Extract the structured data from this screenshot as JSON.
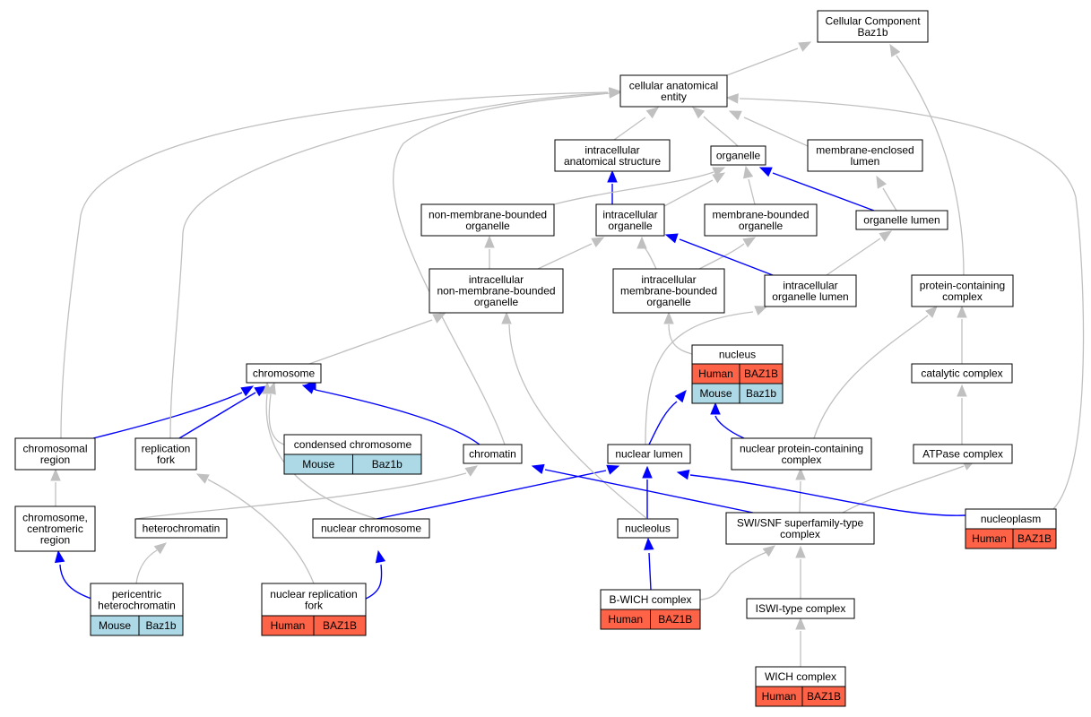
{
  "nodes": {
    "cc_root": {
      "lines": [
        "Cellular Component",
        "Baz1b"
      ]
    },
    "cae": {
      "lines": [
        "cellular anatomical",
        "entity"
      ]
    },
    "ias": {
      "lines": [
        "intracellular",
        "anatomical structure"
      ]
    },
    "organelle": {
      "lines": [
        "organelle"
      ]
    },
    "mel": {
      "lines": [
        "membrane-enclosed",
        "lumen"
      ]
    },
    "nmbo": {
      "lines": [
        "non-membrane-bounded",
        "organelle"
      ]
    },
    "io": {
      "lines": [
        "intracellular",
        "organelle"
      ]
    },
    "mbo": {
      "lines": [
        "membrane-bounded",
        "organelle"
      ]
    },
    "ol": {
      "lines": [
        "organelle lumen"
      ]
    },
    "inmbo": {
      "lines": [
        "intracellular",
        "non-membrane-bounded",
        "organelle"
      ]
    },
    "imbo": {
      "lines": [
        "intracellular",
        "membrane-bounded",
        "organelle"
      ]
    },
    "iol": {
      "lines": [
        "intracellular",
        "organelle lumen"
      ]
    },
    "pcc": {
      "lines": [
        "protein-containing",
        "complex"
      ]
    },
    "chromosome": {
      "lines": [
        "chromosome"
      ]
    },
    "nucleus": {
      "lines": [
        "nucleus"
      ]
    },
    "catalytic": {
      "lines": [
        "catalytic complex"
      ]
    },
    "chrreg": {
      "lines": [
        "chromosomal",
        "region"
      ]
    },
    "repfork": {
      "lines": [
        "replication",
        "fork"
      ]
    },
    "condensed": {
      "lines": [
        "condensed chromosome"
      ]
    },
    "chromatin": {
      "lines": [
        "chromatin"
      ]
    },
    "nlumen": {
      "lines": [
        "nuclear lumen"
      ]
    },
    "npcc": {
      "lines": [
        "nuclear protein-containing",
        "complex"
      ]
    },
    "atpase": {
      "lines": [
        "ATPase complex"
      ]
    },
    "centromeric": {
      "lines": [
        "chromosome,",
        "centromeric",
        "region"
      ]
    },
    "heterochromatin": {
      "lines": [
        "heterochromatin"
      ]
    },
    "nchrom": {
      "lines": [
        "nuclear chromosome"
      ]
    },
    "nucleolus": {
      "lines": [
        "nucleolus"
      ]
    },
    "swisnf": {
      "lines": [
        "SWI/SNF superfamily-type",
        "complex"
      ]
    },
    "nucleoplasm": {
      "lines": [
        "nucleoplasm"
      ]
    },
    "pericentric": {
      "lines": [
        "pericentric",
        "heterochromatin"
      ]
    },
    "nrepfork": {
      "lines": [
        "nuclear replication",
        "fork"
      ]
    },
    "bwich": {
      "lines": [
        "B-WICH complex"
      ]
    },
    "iswi": {
      "lines": [
        "ISWI-type complex"
      ]
    },
    "wich": {
      "lines": [
        "WICH complex"
      ]
    }
  },
  "annotations": {
    "nucleus": [
      {
        "species": "Human",
        "gene": "BAZ1B",
        "color": "#ff6347"
      },
      {
        "species": "Mouse",
        "gene": "Baz1b",
        "color": "#add8e6"
      }
    ],
    "condensed": [
      {
        "species": "Mouse",
        "gene": "Baz1b",
        "color": "#add8e6"
      }
    ],
    "nucleoplasm": [
      {
        "species": "Human",
        "gene": "BAZ1B",
        "color": "#ff6347"
      }
    ],
    "pericentric": [
      {
        "species": "Mouse",
        "gene": "Baz1b",
        "color": "#add8e6"
      }
    ],
    "nrepfork": [
      {
        "species": "Human",
        "gene": "BAZ1B",
        "color": "#ff6347"
      }
    ],
    "bwich": [
      {
        "species": "Human",
        "gene": "BAZ1B",
        "color": "#ff6347"
      }
    ],
    "wich": [
      {
        "species": "Human",
        "gene": "BAZ1B",
        "color": "#ff6347"
      }
    ]
  },
  "colors": {
    "human": "#ff6347",
    "mouse": "#add8e6",
    "edge_is_a": "#c0c0c0",
    "edge_part_of": "#0000ff"
  }
}
